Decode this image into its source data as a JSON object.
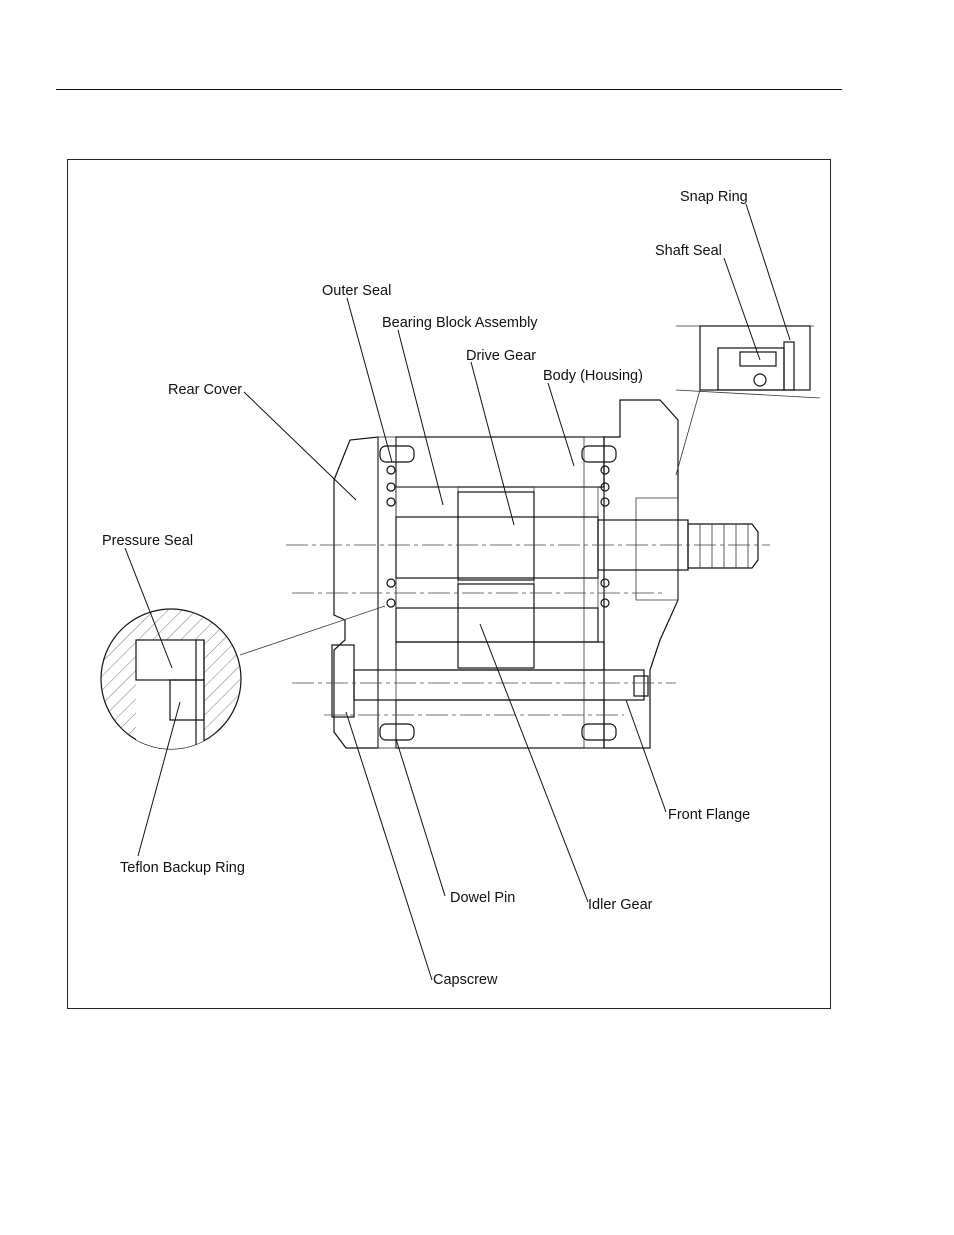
{
  "labels": {
    "snap_ring": "Snap Ring",
    "shaft_seal": "Shaft Seal",
    "outer_seal": "Outer Seal",
    "bearing_block_assembly": "Bearing Block Assembly",
    "drive_gear": "Drive Gear",
    "body_housing": "Body (Housing)",
    "rear_cover": "Rear Cover",
    "pressure_seal": "Pressure Seal",
    "teflon_backup_ring": "Teflon Backup Ring",
    "front_flange": "Front Flange",
    "dowel_pin": "Dowel Pin",
    "idler_gear": "Idler Gear",
    "capscrew": "Capscrew"
  }
}
